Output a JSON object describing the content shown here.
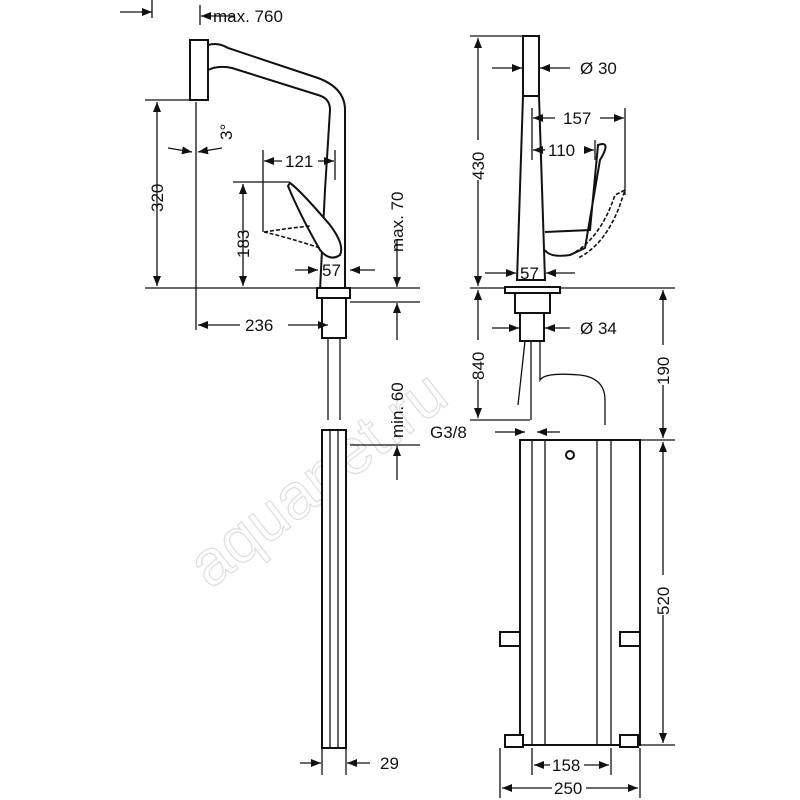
{
  "watermark": "aquanet.ru",
  "side_view": {
    "max_reach": "max. 760",
    "spout_height": "320",
    "angle": "3°",
    "handle_reach": "121",
    "handle_height": "183",
    "max_deck_thickness": "max. 70",
    "body_width": "57",
    "spout_projection": "236",
    "min_clearance": "min. 60",
    "rail_width": "29"
  },
  "front_view": {
    "spray_diameter": "Ø 30",
    "total_height": "430",
    "handle_open_reach": "157",
    "handle_reach": "110",
    "body_width": "57",
    "shank_diameter": "Ø 34",
    "hose_length": "840",
    "connection_depth": "190",
    "thread": "G3/8",
    "box_height": "520",
    "box_inner_width": "158",
    "box_outer_width": "250"
  }
}
